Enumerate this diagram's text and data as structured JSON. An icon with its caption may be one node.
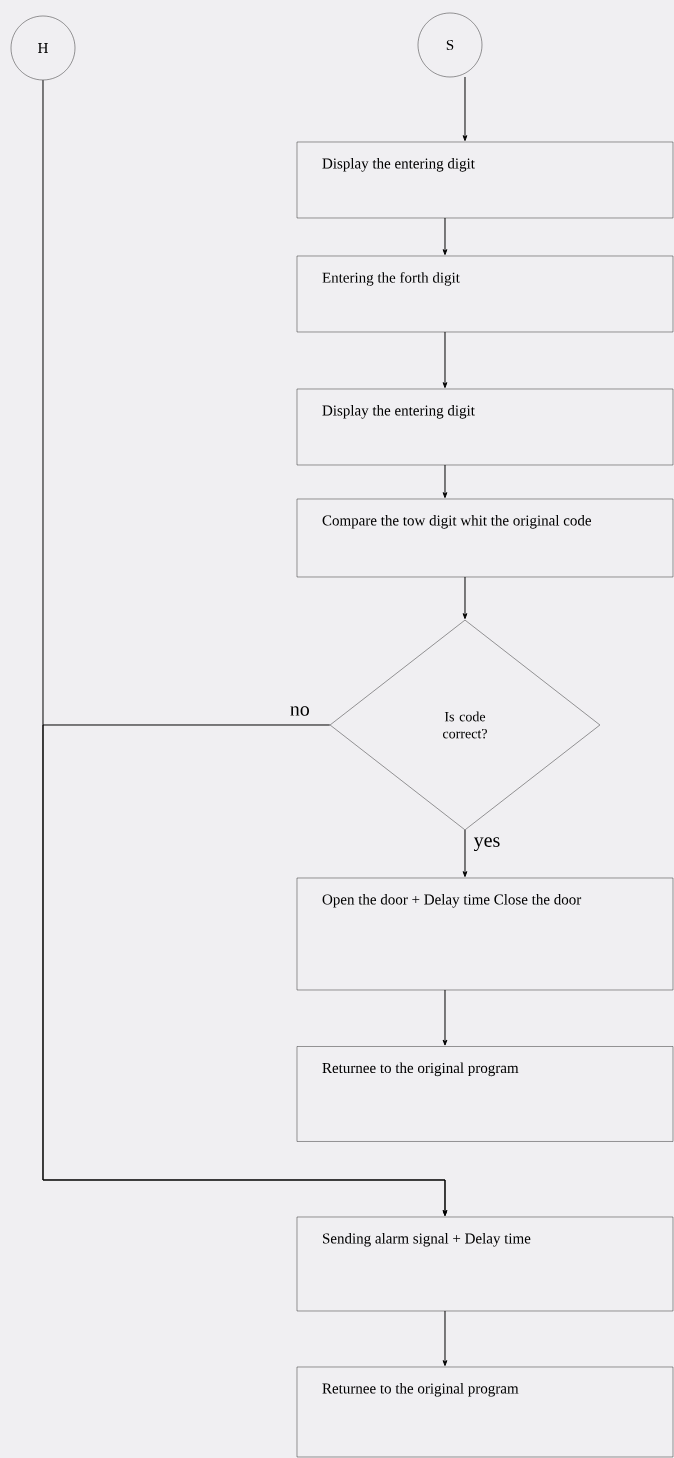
{
  "diagram": {
    "nodes": [
      {
        "text": [
          "H"
        ]
      },
      {
        "text": [
          "S"
        ]
      },
      {
        "text": [
          "Display the entering digit"
        ]
      },
      {
        "text": [
          "Entering the forth digit"
        ]
      },
      {
        "text": [
          "Display the entering digit"
        ]
      },
      {
        "text": [
          "Compare the tow digit whit the original code"
        ]
      },
      {
        "text": [
          "Is code correct?"
        ]
      },
      {
        "text": [
          "Open the door + Delay time Close the door"
        ]
      },
      {
        "text": [
          "Returnee to the original program"
        ]
      },
      {
        "text": [
          "Sending alarm signal + Delay time"
        ]
      },
      {
        "text": [
          "Returnee to the original program"
        ]
      }
    ],
    "edges": [
      {
        "from": 1,
        "to": 2,
        "arrow": "to"
      },
      {
        "from": 2,
        "to": 3,
        "arrow": "to"
      },
      {
        "from": 3,
        "to": 4,
        "arrow": "to"
      },
      {
        "from": 4,
        "to": 5,
        "arrow": "to"
      },
      {
        "from": 5,
        "to": 6,
        "arrow": "to"
      },
      {
        "from": 6,
        "to": 9,
        "arrow": "to",
        "label": "no"
      },
      {
        "from": 0,
        "to": 9,
        "arrow": "to"
      },
      {
        "from": 6,
        "to": 7,
        "arrow": "to",
        "label": "yes"
      },
      {
        "from": 7,
        "to": 8,
        "arrow": "to"
      },
      {
        "from": 9,
        "to": 10,
        "arrow": "to"
      }
    ]
  }
}
